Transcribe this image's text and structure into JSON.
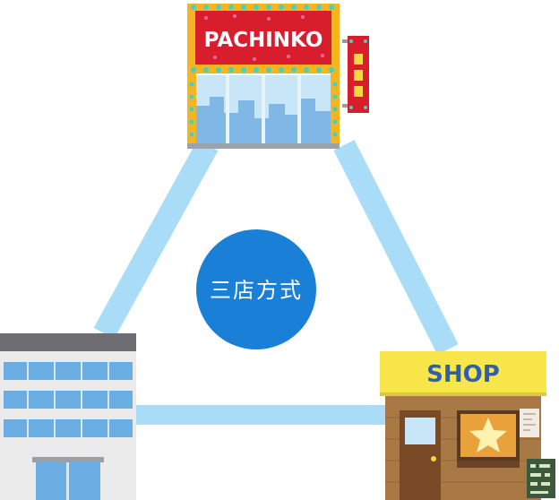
{
  "diagram": {
    "center_label": "三店方式",
    "nodes": [
      {
        "id": "pachinko-parlor",
        "sign_text": "PACHINKO"
      },
      {
        "id": "prize-shop",
        "sign_text": "SHOP"
      },
      {
        "id": "wholesaler-building",
        "sign_text": ""
      }
    ]
  },
  "colors": {
    "connector": "#a8dcf7",
    "center_circle": "#1a7fd6",
    "center_text": "#ffffff",
    "pachinko_sign": "#d81e2c",
    "pachinko_text": "#ffffff",
    "marquee_gold": "#f5b520",
    "marquee_bulb": "#3fd3c6",
    "pachinko_glass": "#c9e6f8",
    "shop_sign": "#f9e64a",
    "shop_text": "#2f5fae",
    "shop_wall": "#a87845",
    "building_roof": "#6d6d73",
    "building_wall": "#ebebeb",
    "building_glass": "#6aaee3"
  }
}
